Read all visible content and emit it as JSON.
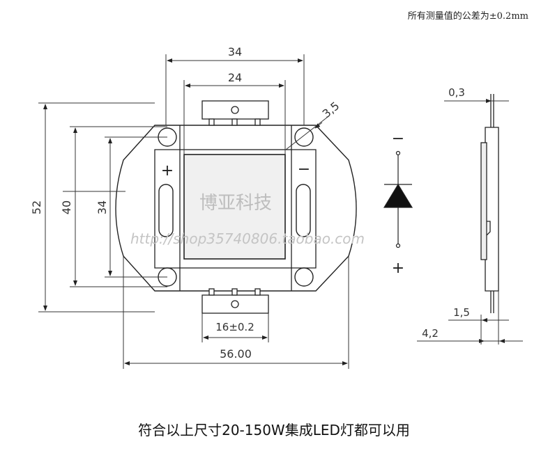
{
  "tolerance_note": "所有测量值的公差为±0.2mm",
  "caption": "符合以上尺寸20-150W集成LED灯都可以用",
  "watermark": {
    "cn": "博亚科技",
    "url": "http://shop35740806.taobao.com"
  },
  "dimensions": {
    "top_outer": "34",
    "top_inner": "24",
    "hole": "3,5",
    "height_total": "52",
    "height_40": "40",
    "height_34": "34",
    "pad": "16±0.2",
    "width_total": "56.00",
    "thickness_top": "0,3",
    "thickness_15": "1,5",
    "thickness_42": "4,2"
  },
  "polarity": {
    "plus": "+",
    "minus": "−",
    "symbol_minus": "−",
    "symbol_plus": "+"
  },
  "colors": {
    "line": "#222222",
    "chip": "#f0f0f0",
    "side_fill": "#eeeeee"
  }
}
